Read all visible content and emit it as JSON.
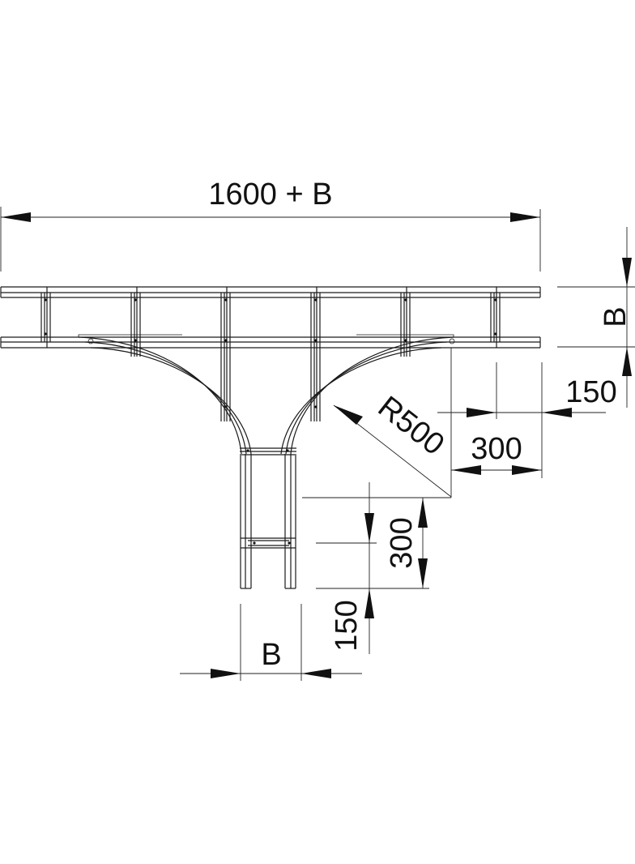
{
  "drawing": {
    "title": "Cable ladder T-piece dimension drawing",
    "labels": {
      "overall_width": "1600 + B",
      "side_width": "B",
      "right_offset_150": "150",
      "right_offset_300": "300",
      "radius": "R500",
      "vertical_300": "300",
      "vertical_150": "150",
      "bottom_width": "B"
    },
    "colors": {
      "line": "#1a1a1a",
      "background": "#ffffff"
    }
  }
}
